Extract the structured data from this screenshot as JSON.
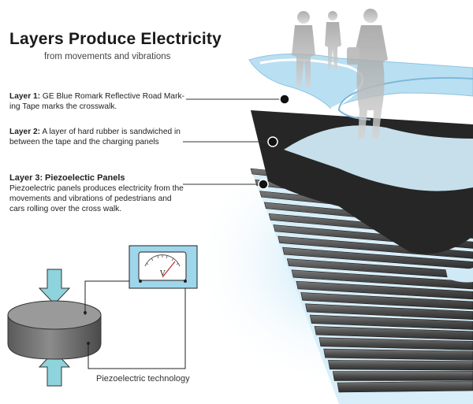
{
  "header": {
    "title": "Layers Produce Electricity",
    "subtitle": "from movements and vibrations"
  },
  "layers": [
    {
      "label": "Layer 1:",
      "text": "GE Blue Romark Reflective Road Mark-ing Tape marks the crosswalk."
    },
    {
      "label": "Layer 2:",
      "text": "A layer of hard rubber is sandwiched in between the tape and the charging panels"
    },
    {
      "label": "Layer 3:",
      "heading": "Piezoelectic Panels",
      "text": "Piezoelectric panels produces electricity from the movements and vibrations of pedestrians and cars rolling over the cross walk."
    }
  ],
  "meter": {
    "symbol": "V"
  },
  "caption": "Piezoelectric technology",
  "colors": {
    "tape_blue": "#b9dff2",
    "rubber": "#2a2a2a",
    "panel": "#4a4a4a",
    "glow": "#9ed3ee",
    "arrow": "#8fd3dc"
  }
}
